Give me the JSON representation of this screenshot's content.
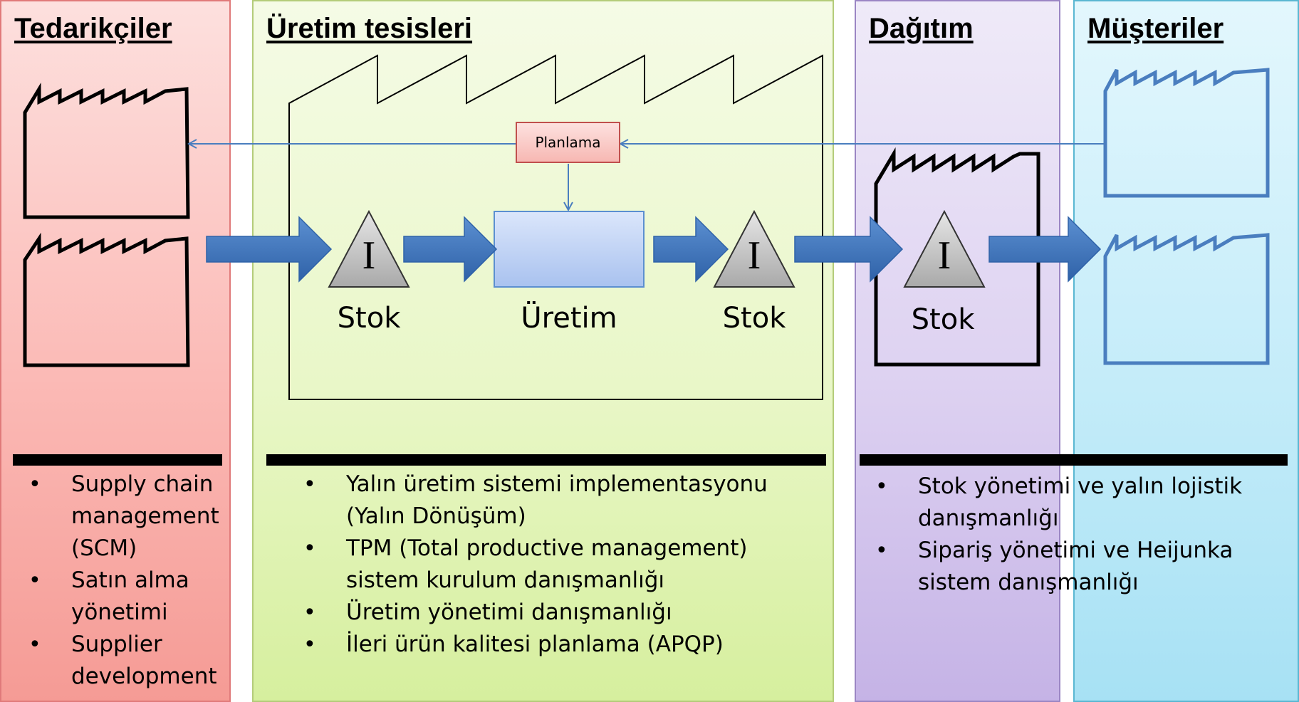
{
  "columns": {
    "suppliers": {
      "title": "Tedarikçiler"
    },
    "production": {
      "title": "Üretim tesisleri"
    },
    "distribution": {
      "title": "Dağıtım"
    },
    "customers": {
      "title": "Müşteriler"
    }
  },
  "flow": {
    "planning_label": "Planlama",
    "inventory_symbol": "I",
    "stock_label": "Stok",
    "production_label": "Üretim"
  },
  "services": {
    "suppliers": [
      {
        "lines": [
          "Supply chain",
          "management",
          "(SCM)"
        ]
      },
      {
        "lines": [
          "Satın alma",
          "yönetimi"
        ]
      },
      {
        "lines": [
          "Supplier",
          "development"
        ]
      }
    ],
    "production": [
      {
        "lines": [
          "Yalın üretim sistemi implementasyonu",
          "(Yalın Dönüşüm)"
        ]
      },
      {
        "lines": [
          "TPM (Total productive management)",
          "sistem kurulum danışmanlığı"
        ]
      },
      {
        "lines": [
          "Üretim yönetimi danışmanlığı"
        ]
      },
      {
        "lines": [
          "İleri ürün kalitesi planlama (APQP)"
        ]
      }
    ],
    "distribution": [
      {
        "lines": [
          "Stok yönetimi ve yalın lojistik",
          "danışmanlığı"
        ]
      },
      {
        "lines": [
          "Sipariş yönetimi ve Heijunka",
          "sistem danışmanlığı"
        ]
      }
    ]
  },
  "colors": {
    "flow_arrow": "#3a6fb6",
    "planning_box_fill": "#fbd3d1",
    "production_box_fill": "#c8d9f5",
    "customer_factory_outline": "#4a7ebf",
    "inventory_triangle": "#c4c4c4"
  }
}
